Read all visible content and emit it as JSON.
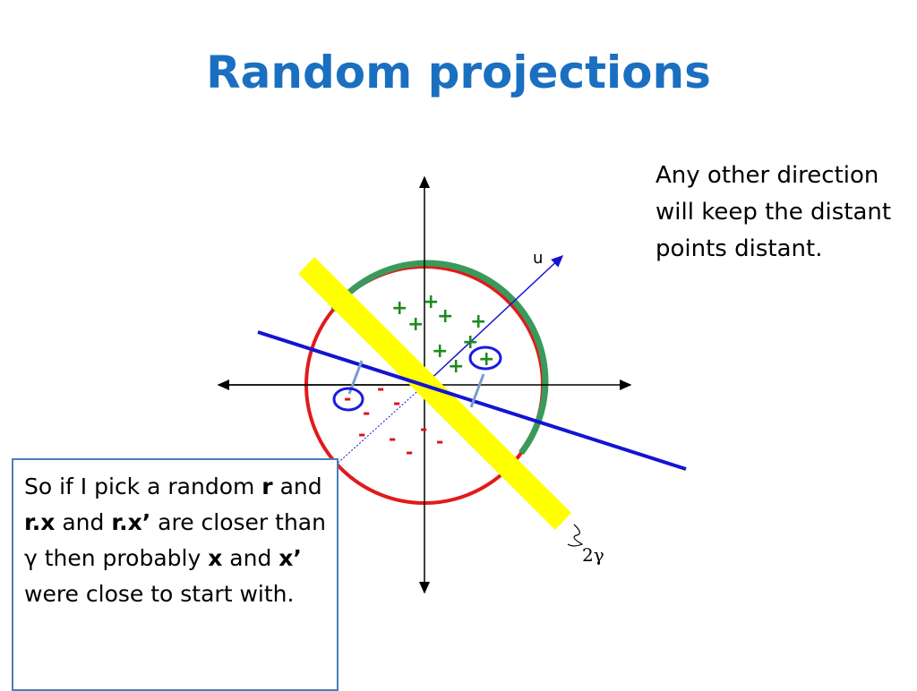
{
  "slide": {
    "title": "Random projections"
  },
  "side_note": {
    "text": "Any other direction will keep the distant points distant."
  },
  "note_box": {
    "p1": "So if I pick a random ",
    "b1": "r",
    "p2": " and ",
    "b2": "r.x",
    "p3": " and ",
    "b3": "r.x’",
    "p4": " are closer than γ then probably ",
    "b4": "x",
    "p5": " and ",
    "b5": "x’",
    "p6": " were close to start with."
  },
  "diagram": {
    "axis_label_u": "u",
    "gamma_label": "2γ",
    "plus_symbol": "+",
    "minus_symbol": "-",
    "colors": {
      "positive_arc": "#3a9a5c",
      "negative_arc": "#e21a1a",
      "separator_line": "#1414d0",
      "projection_band": "#ffff00",
      "highlight_circle": "#1a1ae0"
    }
  }
}
